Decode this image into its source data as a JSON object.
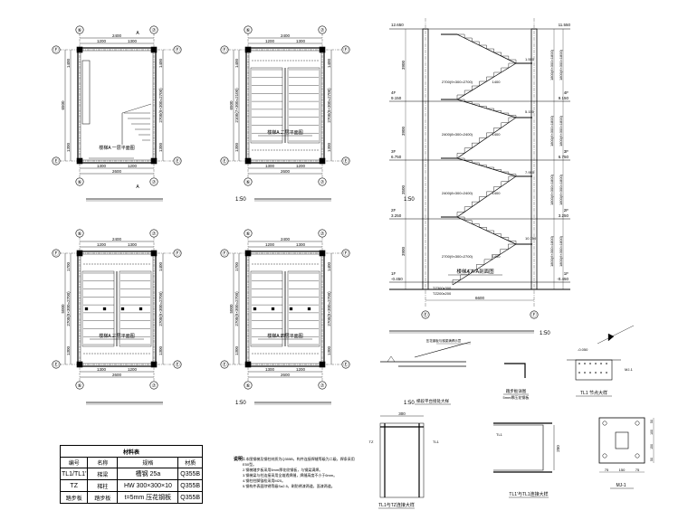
{
  "plans": [
    {
      "id": "p1",
      "top": [
        "2400",
        "1200",
        "1300"
      ],
      "bottom": [
        "1300",
        "1200"
      ],
      "bottom_total": "2600",
      "left": [
        "1400",
        "1300"
      ],
      "right": [
        "1400",
        "2700(9×300=2700)",
        "1300"
      ],
      "total": "6500",
      "axis_top_left": "⑥",
      "axis_top_right": "⑦",
      "axis_bot_left": "⑥",
      "axis_bot_right": "⑦",
      "axis_left_top": "Ⓕ",
      "axis_left_bot": "Ⓔ",
      "axis_right_top": "Ⓕ",
      "axis_right_bot": "Ⓔ",
      "mark": "A",
      "label": "楼梯A 一层平面图",
      "scale": "1:50"
    },
    {
      "id": "p2",
      "top": [
        "2400",
        "1200",
        "1300"
      ],
      "bottom": [
        "1300",
        "1200"
      ],
      "bottom_total": "2600",
      "left": [
        "1400",
        "2100(7×300=2100)",
        "1300"
      ],
      "right": [
        "1400",
        "2700(9×300=2700)",
        "1300"
      ],
      "total": "6500",
      "axis_top_left": "⑥",
      "axis_top_right": "⑦",
      "axis_bot_left": "⑥",
      "axis_bot_right": "⑦",
      "axis_left_top": "Ⓕ",
      "axis_left_bot": "Ⓔ",
      "axis_right_top": "Ⓕ",
      "axis_right_bot": "Ⓔ",
      "mark": "",
      "label": "楼梯A 二层平面图",
      "scale": "1:50"
    },
    {
      "id": "p3",
      "top": [
        "2400",
        "1200",
        "1300"
      ],
      "bottom": [
        "1300",
        "1200"
      ],
      "bottom_total": "2600",
      "left": [
        "1700",
        "2700(9×300=2700)",
        "1300"
      ],
      "right": [
        "1400",
        "2700(9×300=2700)",
        "1300"
      ],
      "total": "5000",
      "axis_top_left": "⑥",
      "axis_top_right": "⑦",
      "axis_bot_left": "⑥",
      "axis_bot_right": "⑦",
      "axis_left_top": "Ⓕ",
      "axis_left_bot": "Ⓔ",
      "axis_right_top": "Ⓕ",
      "axis_right_bot": "Ⓔ",
      "mark": "",
      "label": "楼梯A 三层平面图",
      "scale": "1:50"
    },
    {
      "id": "p4",
      "top": [
        "2400",
        "1200",
        "1300"
      ],
      "bottom": [
        "1300",
        "1200"
      ],
      "bottom_total": "2600",
      "left": [
        "1700",
        "2700(9×300=2700)",
        "1300"
      ],
      "right": [
        "1400",
        "2700(9×300=2700)",
        "1300"
      ],
      "total": "5000",
      "axis_top_left": "⑥",
      "axis_top_right": "⑦",
      "axis_bot_left": "⑥",
      "axis_bot_right": "⑦",
      "axis_left_top": "Ⓕ",
      "axis_left_bot": "Ⓔ",
      "axis_right_top": "Ⓕ",
      "axis_right_bot": "Ⓔ",
      "mark": "",
      "label": "楼梯A 四层平面图",
      "scale": "1:50"
    }
  ],
  "section": {
    "label": "楼梯A A-A剖面图",
    "scale": "1:50",
    "top_left_elev": "12.650",
    "top_right_elev": "11.550",
    "levels": [
      {
        "floor": "4F",
        "elev": "9.150"
      },
      {
        "floor": "3F",
        "elev": "6.750"
      },
      {
        "floor": "2F",
        "elev": "3.250"
      },
      {
        "floor": "1F",
        "elev": "-0.450"
      }
    ],
    "landing_elevs": [
      "10.750",
      "7.950",
      "5.150",
      "1.550"
    ],
    "right_dims": [
      "1800(6×300=1800)",
      "1800(6×300=1800)",
      "1800(6×300=1800)",
      "1800(6×300=1800)"
    ],
    "left_dims": [
      "3900",
      "3900",
      "3500",
      "3900"
    ],
    "tread_dims": [
      "2700(9×300=2700)",
      "2400(8×300=2400)",
      "2400(8×300=2400)",
      "2700(9×300=2700)"
    ],
    "landing_widths": [
      "1400",
      "1400",
      "1400",
      "1400"
    ],
    "bottom_dim": "6600",
    "axis_left": "Ⓔ",
    "axis_right": "Ⓕ",
    "base_notes": [
      "TZ300x300",
      "TZ200x200"
    ]
  },
  "materials": {
    "title": "材料表",
    "headers": [
      "编号",
      "名称",
      "规格",
      "材质"
    ],
    "rows": [
      [
        "TL1/TL1'",
        "梯梁",
        "槽钢 25a",
        "Q355B"
      ],
      [
        "TZ",
        "梯柱",
        "HW 300×300×10",
        "Q355B"
      ],
      [
        "踏步板",
        "踏步板",
        "t=5mm 压花钢板",
        "Q355B"
      ]
    ]
  },
  "notes": {
    "title": "说明：",
    "items": [
      "1.本图钢梯及钢柱材质为Q355B，构件连接焊缝等级为二级，焊条采用E50型。",
      "2.钢梯踏步板采用5mm厚花纹钢板，与钢梁满焊。",
      "3.钢梯梁与柱连接采用全熔透焊缝，焊缝高度不小于6mm。",
      "4.钢柱柱脚锚栓采用M20。",
      "5.钢构件表面除锈等级Sa2.5，刷防锈漆两道，面漆两道。"
    ]
  },
  "details": {
    "stair_join": "梯段平台接处大样",
    "tread": "踏步板详图",
    "tread_note": "5mm厚压花钢板",
    "tl1_section": "TL1 节点大样",
    "tl1_tz": "TL1与TZ连接大样",
    "tl1_tl1p": "TL1'与TL1连接大样",
    "mj": "MJ-1",
    "mj_dims": [
      "75",
      "150",
      "75"
    ],
    "mj_vdims": [
      "50",
      "100",
      "150",
      "50"
    ],
    "dim_300": "300",
    "dim_250": "250",
    "tl1_tag": "TL1",
    "tz_tag": "TZ",
    "mj_tag": "MJ-1",
    "elev_label": "-0.050",
    "top_note": "压花钢板与梯梁满焊示意"
  }
}
